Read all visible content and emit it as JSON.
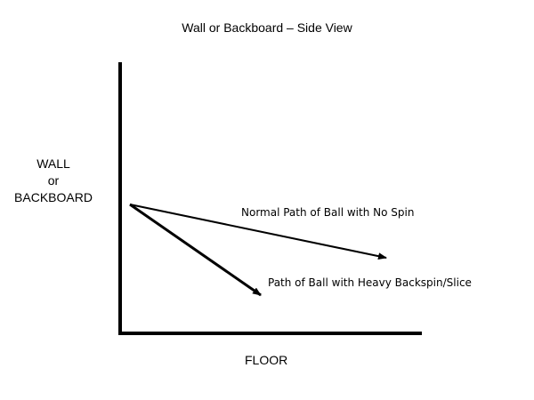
{
  "diagram": {
    "title": "Wall or Backboard – Side View",
    "wall_label": [
      "WALL",
      "or",
      "BACKBOARD"
    ],
    "floor_label": "FLOOR",
    "paths": [
      {
        "label": "Normal Path of Ball with No Spin"
      },
      {
        "label": "Path of Ball with Heavy Backspin/Slice"
      }
    ]
  }
}
